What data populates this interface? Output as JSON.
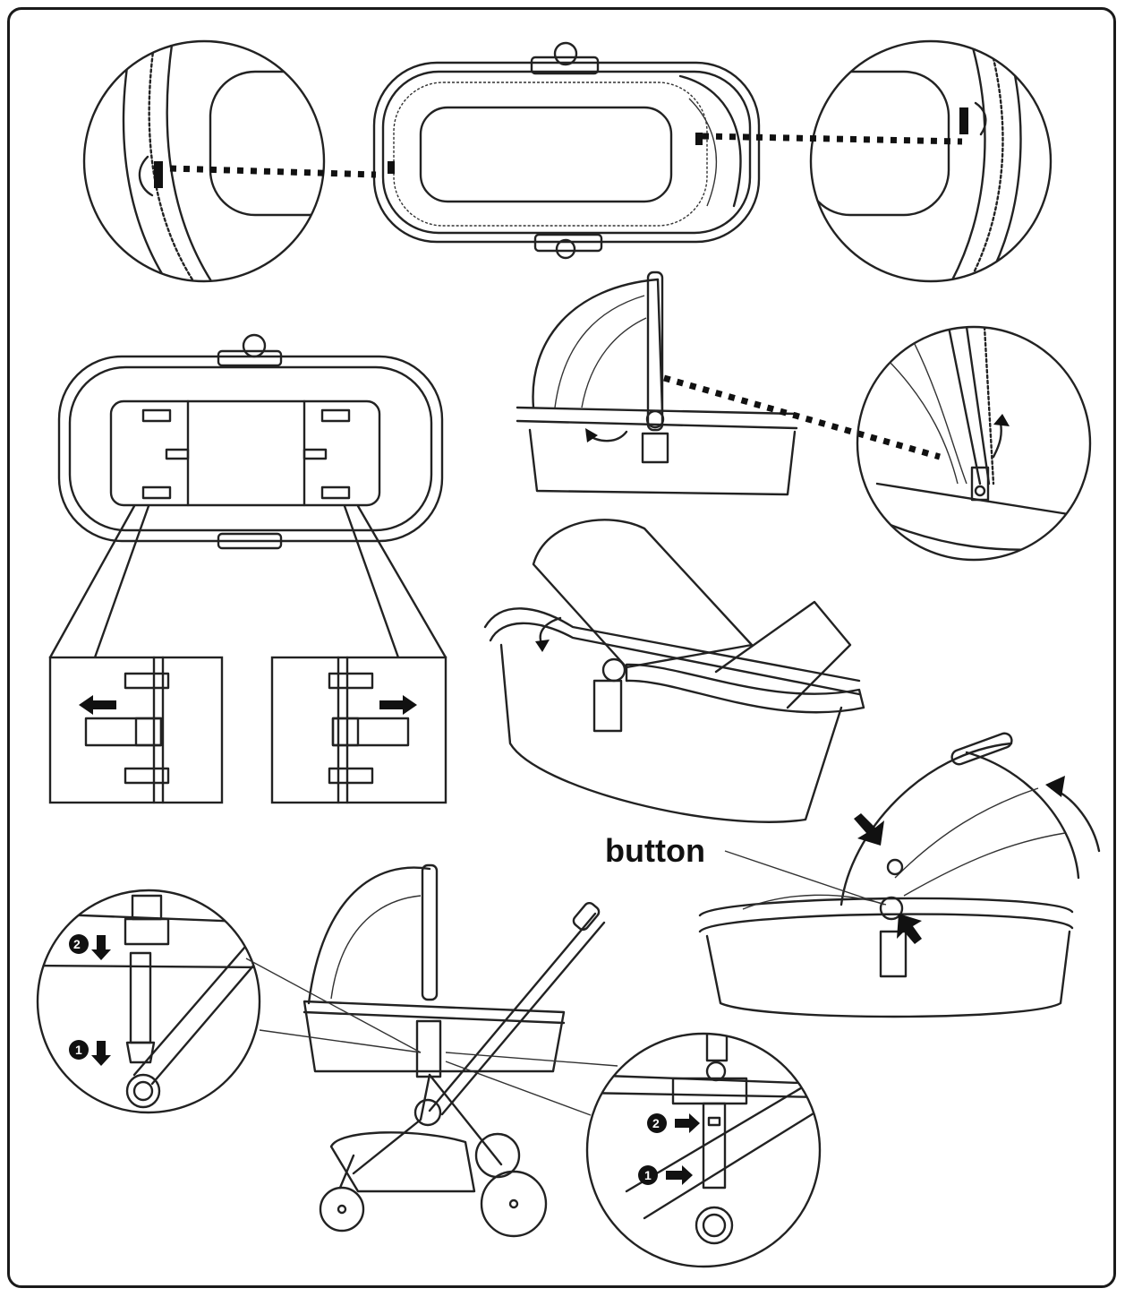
{
  "labels": {
    "button": "button",
    "step_1": "1",
    "step_2": "2"
  },
  "colors": {
    "line": "#222222",
    "background": "#ffffff"
  },
  "icons": [
    "arrow-left-icon",
    "arrow-right-icon",
    "arrow-down-icon",
    "curved-arrow-icon",
    "press-arrow-icon"
  ]
}
